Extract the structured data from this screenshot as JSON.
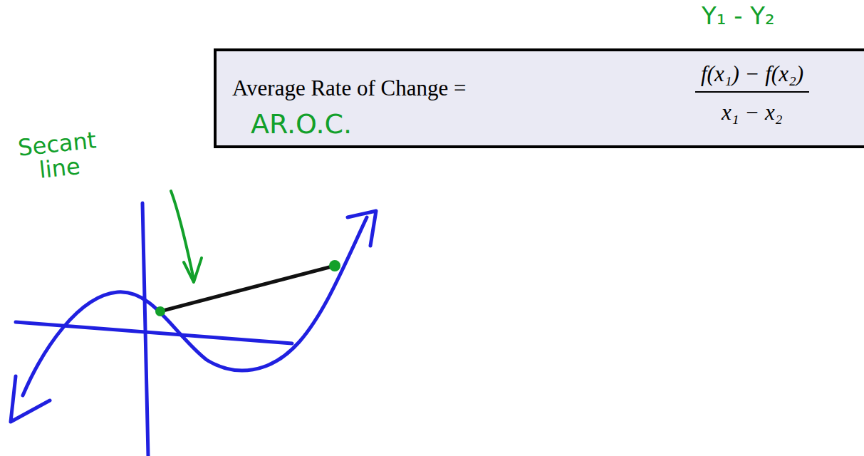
{
  "diagram": {
    "nodes": [
      {
        "text": [
          "Average Rate of Change =",
          "f(x₁) − f(x₂)",
          "x₁ − x₂",
          "AR.O.C."
        ]
      }
    ],
    "labels": [
      "Y₁ - Y₂",
      "Secant line"
    ]
  }
}
